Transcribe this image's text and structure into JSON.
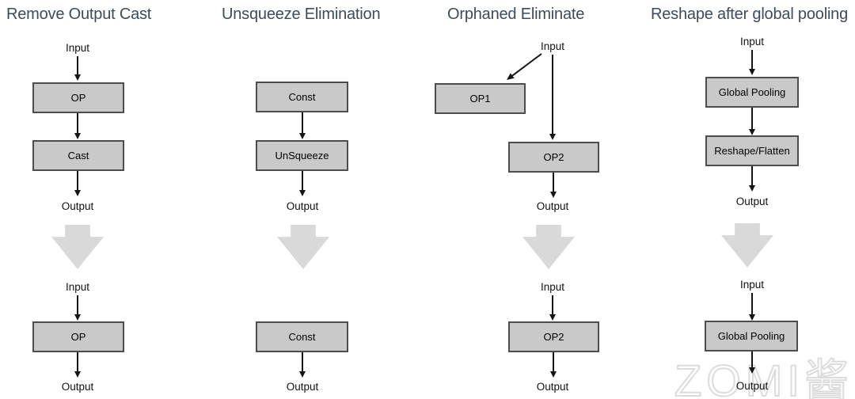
{
  "colors": {
    "title": "#3d4b5e",
    "box_fill": "#c9c9c9",
    "box_border": "#4d4d4d",
    "line": "#151515",
    "big_arrow": "#d9d9d9",
    "watermark": "#dcdcdc",
    "label": "#111111"
  },
  "watermark": {
    "text": "ZOMI酱"
  },
  "columns": [
    {
      "title": "Remove Output Cast",
      "before": {
        "input": "Input",
        "op": "OP",
        "cast": "Cast",
        "output": "Output"
      },
      "after": {
        "input": "Input",
        "op": "OP",
        "output": "Output"
      }
    },
    {
      "title": "Unsqueeze Elimination",
      "before": {
        "const": "Const",
        "unsqueeze": "UnSqueeze",
        "output": "Output"
      },
      "after": {
        "const": "Const",
        "output": "Output"
      }
    },
    {
      "title": "Orphaned Eliminate",
      "before": {
        "input": "Input",
        "op1": "OP1",
        "op2": "OP2",
        "output": "Output"
      },
      "after": {
        "input": "Input",
        "op2": "OP2",
        "output": "Output"
      }
    },
    {
      "title": "Reshape after global pooling",
      "before": {
        "input": "Input",
        "global_pooling": "Global Pooling",
        "reshape_flatten": "Reshape/Flatten",
        "output": "Output"
      },
      "after": {
        "input": "Input",
        "global_pooling": "Global Pooling",
        "output": "Output"
      }
    }
  ]
}
